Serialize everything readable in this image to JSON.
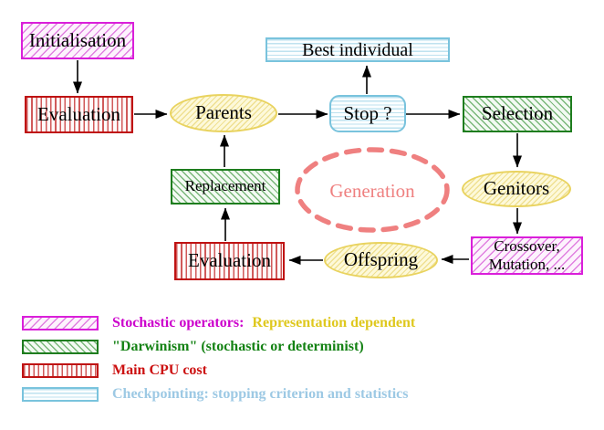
{
  "nodes": {
    "initialisation": "Initialisation",
    "evaluation_top": "Evaluation",
    "parents": "Parents",
    "best_individual": "Best individual",
    "stop": "Stop ?",
    "selection": "Selection",
    "genitors": "Genitors",
    "crossover_line1": "Crossover,",
    "crossover_line2": "Mutation, ...",
    "offspring": "Offspring",
    "evaluation_bottom": "Evaluation",
    "replacement": "Replacement",
    "generation": "Generation"
  },
  "legend": {
    "rows": [
      {
        "swatch": "magenta-diagonal-hatch",
        "label": "Stochastic operators:",
        "label2": "Representation dependent"
      },
      {
        "swatch": "green-diagonal-hatch",
        "label": "\"Darwinism\" (stochastic or determinist)"
      },
      {
        "swatch": "red-vertical-lines",
        "label": "Main CPU cost"
      },
      {
        "swatch": "cyan-horizontal-lines",
        "label": "Checkpointing: stopping criterion and statistics"
      }
    ]
  },
  "colors": {
    "stochastic_magenta": "#cc00cc",
    "representation_yellow": "#dfc81e",
    "darwinism_green": "#148214",
    "cpu_red": "#cc1111",
    "checkpoint_cyan": "#9dc9e4",
    "generation_salmon": "#ef8080"
  }
}
